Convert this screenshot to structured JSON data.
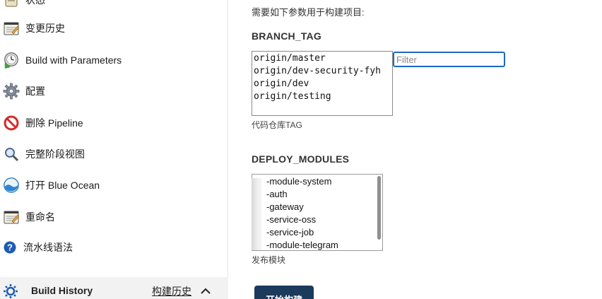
{
  "sidebar": {
    "items": [
      {
        "label": "状态",
        "icon": "status-icon"
      },
      {
        "label": "变更历史",
        "icon": "notepad-icon"
      },
      {
        "label": "Build with Parameters",
        "icon": "build-clock-icon"
      },
      {
        "label": "配置",
        "icon": "gear-icon"
      },
      {
        "label": "删除 Pipeline",
        "icon": "no-entry-icon"
      },
      {
        "label": "完整阶段视图",
        "icon": "search-icon"
      },
      {
        "label": "打开 Blue Ocean",
        "icon": "blue-ocean-icon"
      },
      {
        "label": "重命名",
        "icon": "notepad-icon"
      },
      {
        "label": "流水线语法",
        "icon": "help-icon"
      }
    ],
    "build_history": {
      "title": "Build History",
      "link": "构建历史"
    }
  },
  "form": {
    "intro": "需要如下参数用于构建项目:",
    "branch_tag": {
      "name": "BRANCH_TAG",
      "options": [
        "origin/master",
        "origin/dev-security-fyh",
        "origin/dev",
        "origin/testing"
      ],
      "filter_placeholder": "Filter",
      "description": "代码仓库TAG"
    },
    "deploy_modules": {
      "name": "DEPLOY_MODULES",
      "options": [
        "-module-system",
        "-auth",
        "-gateway",
        "-service-oss",
        "-service-job",
        "-module-telegram"
      ],
      "description": "发布模块"
    },
    "build_button": "开始构建"
  },
  "colors": {
    "accent": "#1f67c6",
    "button": "#1b3a5c",
    "history_bar": "#f2f2f2"
  }
}
